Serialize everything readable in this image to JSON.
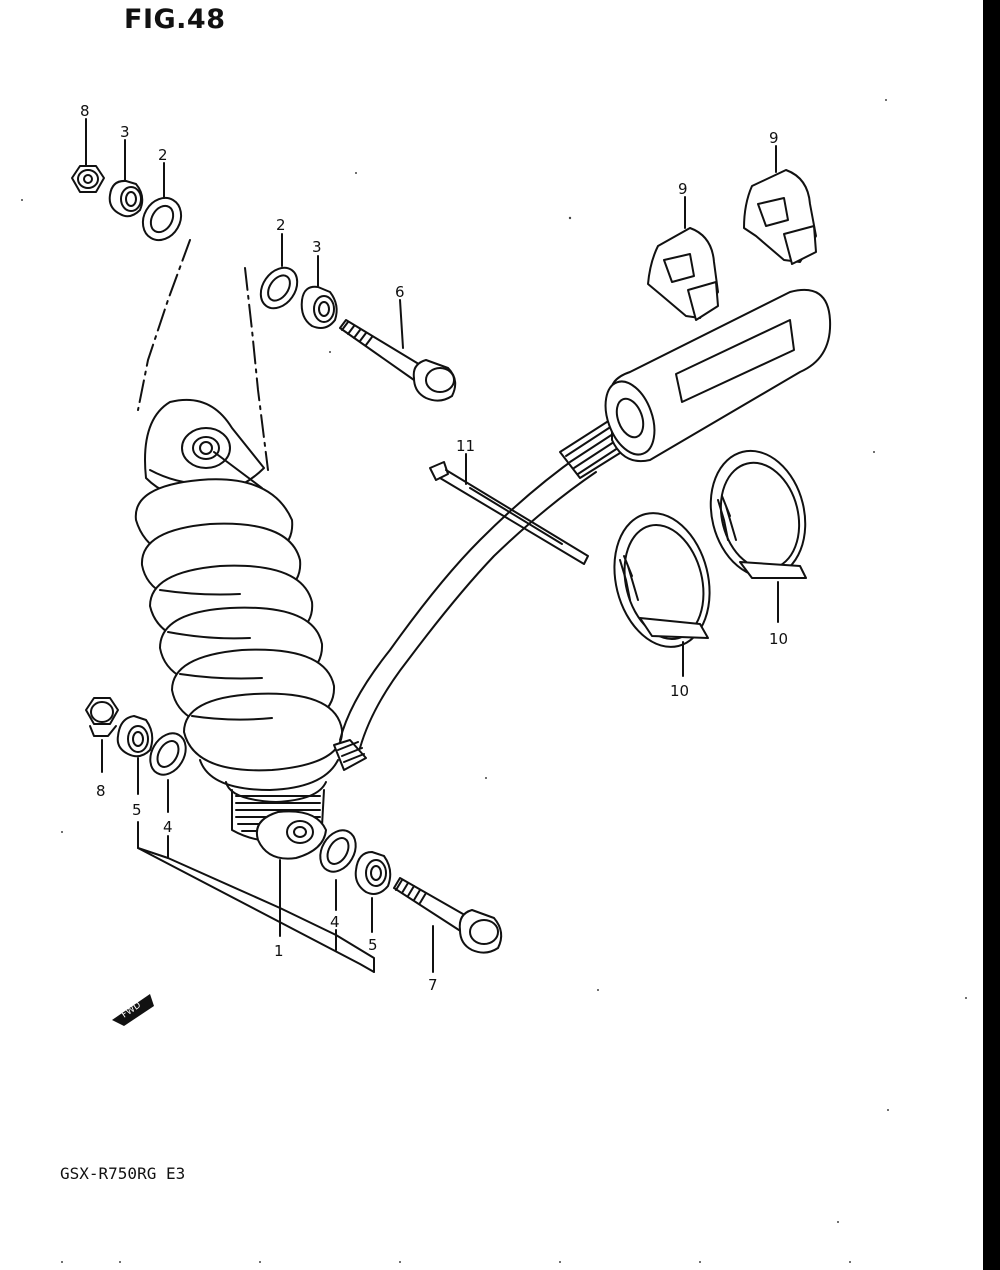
{
  "figure": {
    "title": "FIG.48",
    "model_code": "GSX-R750RG E3",
    "fwd_mark": "FWD"
  },
  "part_refs": [
    {
      "id": "p8a",
      "text": "8"
    },
    {
      "id": "p3a",
      "text": "3"
    },
    {
      "id": "p2a",
      "text": "2"
    },
    {
      "id": "p2b",
      "text": "2"
    },
    {
      "id": "p3b",
      "text": "3"
    },
    {
      "id": "p6",
      "text": "6"
    },
    {
      "id": "p9a",
      "text": "9"
    },
    {
      "id": "p9b",
      "text": "9"
    },
    {
      "id": "p11",
      "text": "11"
    },
    {
      "id": "p10a",
      "text": "10"
    },
    {
      "id": "p10b",
      "text": "10"
    },
    {
      "id": "p8b",
      "text": "8"
    },
    {
      "id": "p5a",
      "text": "5"
    },
    {
      "id": "p4a",
      "text": "4"
    },
    {
      "id": "p1",
      "text": "1"
    },
    {
      "id": "p4b",
      "text": "4"
    },
    {
      "id": "p5b",
      "text": "5"
    },
    {
      "id": "p7",
      "text": "7"
    }
  ]
}
